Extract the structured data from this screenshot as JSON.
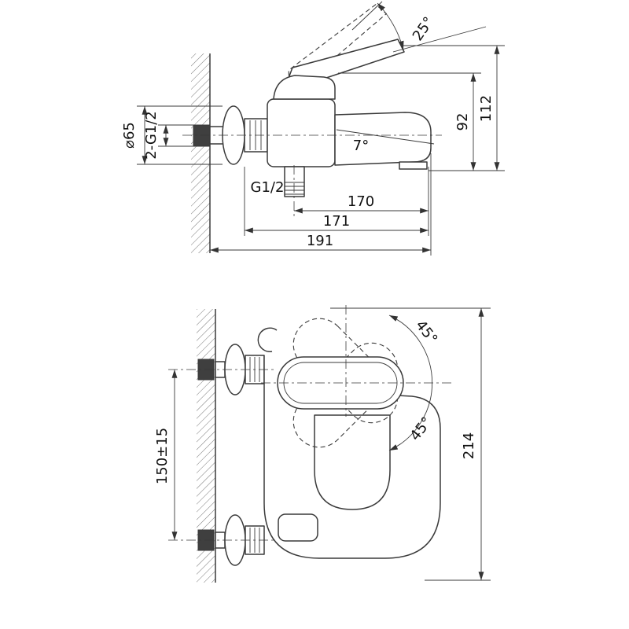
{
  "page": {
    "background": "#ffffff",
    "line_color": "#3a3a3a",
    "hatch_color": "#777777"
  },
  "side_view": {
    "labels": {
      "handle_angle": "25°",
      "spout_height": "92",
      "total_height": "112",
      "spout_angle": "7°",
      "flange_diameter": "⌀65",
      "wall_connection_thread": "2-G1/2",
      "outlet_thread": "G1/2",
      "spout_reach": "170",
      "reach_mid": "171",
      "total_reach": "191"
    }
  },
  "front_view": {
    "labels": {
      "handle_swing_up": "45°",
      "handle_swing_down": "45°",
      "total_height": "214",
      "mounting_centers": "150±15"
    }
  }
}
